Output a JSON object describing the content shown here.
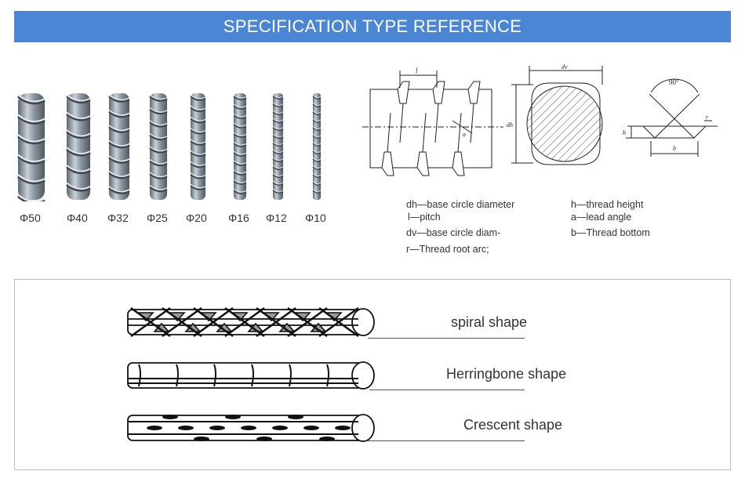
{
  "title": "SPECIFICATION TYPE REFERENCE",
  "rebars": [
    {
      "label": "Φ50",
      "width": 34
    },
    {
      "label": "Φ40",
      "width": 30
    },
    {
      "label": "Φ32",
      "width": 26
    },
    {
      "label": "Φ25",
      "width": 22
    },
    {
      "label": "Φ20",
      "width": 19
    },
    {
      "label": "Φ16",
      "width": 16
    },
    {
      "label": "Φ12",
      "width": 13
    },
    {
      "label": "Φ10",
      "width": 10
    }
  ],
  "diagram_labels": {
    "pitch": "l",
    "base_diam": "dv",
    "circle_diam": "dh",
    "lead_angle": "a",
    "angle": "90°",
    "root_arc": "r",
    "height": "h",
    "bottom": "b"
  },
  "legend": {
    "dh": "dh—base circle diameter",
    "l": "l—pitch",
    "dv": "dv—base circle diam-",
    "r": "r—Thread root arc;",
    "h": "h—thread height",
    "a": "a—lead angle",
    "b": "b—Thread bottom"
  },
  "shapes": [
    {
      "label": "spiral shape"
    },
    {
      "label": "Herringbone shape"
    },
    {
      "label": "Crescent shape"
    }
  ],
  "colors": {
    "title_bg": "#4a86d4",
    "rebar_metal": "#8f9aa6"
  }
}
